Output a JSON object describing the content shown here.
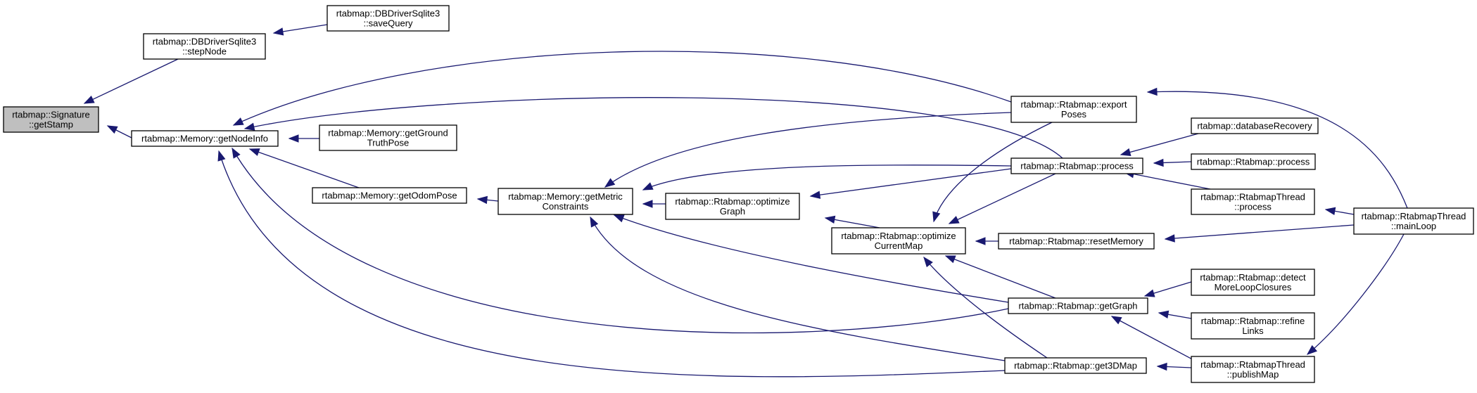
{
  "graph": {
    "nodes": [
      {
        "id": "getStamp",
        "lines": [
          "rtabmap::Signature",
          "::getStamp"
        ],
        "root": true
      },
      {
        "id": "stepNode",
        "lines": [
          "rtabmap::DBDriverSqlite3",
          "::stepNode"
        ]
      },
      {
        "id": "saveQuery",
        "lines": [
          "rtabmap::DBDriverSqlite3",
          "::saveQuery"
        ]
      },
      {
        "id": "getNodeInfo",
        "lines": [
          "rtabmap::Memory::getNodeInfo"
        ]
      },
      {
        "id": "getGroundTruthPose",
        "lines": [
          "rtabmap::Memory::getGround",
          "TruthPose"
        ]
      },
      {
        "id": "getOdomPose",
        "lines": [
          "rtabmap::Memory::getOdomPose"
        ]
      },
      {
        "id": "getMetricConstraints",
        "lines": [
          "rtabmap::Memory::getMetric",
          "Constraints"
        ]
      },
      {
        "id": "optimizeGraph",
        "lines": [
          "rtabmap::Rtabmap::optimize",
          "Graph"
        ]
      },
      {
        "id": "optimizeCurrentMap",
        "lines": [
          "rtabmap::Rtabmap::optimize",
          "CurrentMap"
        ]
      },
      {
        "id": "exportPoses",
        "lines": [
          "rtabmap::Rtabmap::export",
          "Poses"
        ]
      },
      {
        "id": "process",
        "lines": [
          "rtabmap::Rtabmap::process"
        ]
      },
      {
        "id": "resetMemory",
        "lines": [
          "rtabmap::Rtabmap::resetMemory"
        ]
      },
      {
        "id": "getGraph",
        "lines": [
          "rtabmap::Rtabmap::getGraph"
        ]
      },
      {
        "id": "get3DMap",
        "lines": [
          "rtabmap::Rtabmap::get3DMap"
        ]
      },
      {
        "id": "databaseRecovery",
        "lines": [
          "rtabmap::databaseRecovery"
        ]
      },
      {
        "id": "rtabmapProcess",
        "lines": [
          "rtabmap::Rtabmap::process"
        ]
      },
      {
        "id": "threadProcess",
        "lines": [
          "rtabmap::RtabmapThread",
          "::process"
        ]
      },
      {
        "id": "detectMoreLoopClosures",
        "lines": [
          "rtabmap::Rtabmap::detect",
          "MoreLoopClosures"
        ]
      },
      {
        "id": "refineLinks",
        "lines": [
          "rtabmap::Rtabmap::refine",
          "Links"
        ]
      },
      {
        "id": "publishMap",
        "lines": [
          "rtabmap::RtabmapThread",
          "::publishMap"
        ]
      },
      {
        "id": "mainLoop",
        "lines": [
          "rtabmap::RtabmapThread",
          "::mainLoop"
        ]
      }
    ],
    "edges": [
      {
        "from": "stepNode",
        "to": "getStamp"
      },
      {
        "from": "saveQuery",
        "to": "stepNode"
      },
      {
        "from": "getNodeInfo",
        "to": "getStamp"
      },
      {
        "from": "exportPoses",
        "to": "getNodeInfo"
      },
      {
        "from": "process",
        "to": "getNodeInfo"
      },
      {
        "from": "getGroundTruthPose",
        "to": "getNodeInfo"
      },
      {
        "from": "getOdomPose",
        "to": "getNodeInfo"
      },
      {
        "from": "getGraph",
        "to": "getNodeInfo"
      },
      {
        "from": "get3DMap",
        "to": "getNodeInfo"
      },
      {
        "from": "getMetricConstraints",
        "to": "getOdomPose"
      },
      {
        "from": "exportPoses",
        "to": "getMetricConstraints"
      },
      {
        "from": "process",
        "to": "getMetricConstraints"
      },
      {
        "from": "optimizeGraph",
        "to": "getMetricConstraints"
      },
      {
        "from": "getGraph",
        "to": "getMetricConstraints"
      },
      {
        "from": "get3DMap",
        "to": "getMetricConstraints"
      },
      {
        "from": "process",
        "to": "optimizeGraph"
      },
      {
        "from": "optimizeCurrentMap",
        "to": "optimizeGraph"
      },
      {
        "from": "exportPoses",
        "to": "optimizeCurrentMap"
      },
      {
        "from": "process",
        "to": "optimizeCurrentMap"
      },
      {
        "from": "resetMemory",
        "to": "optimizeCurrentMap"
      },
      {
        "from": "getGraph",
        "to": "optimizeCurrentMap"
      },
      {
        "from": "get3DMap",
        "to": "optimizeCurrentMap"
      },
      {
        "from": "mainLoop",
        "to": "exportPoses"
      },
      {
        "from": "databaseRecovery",
        "to": "process"
      },
      {
        "from": "rtabmapProcess",
        "to": "process"
      },
      {
        "from": "threadProcess",
        "to": "process"
      },
      {
        "from": "mainLoop",
        "to": "resetMemory"
      },
      {
        "from": "detectMoreLoopClosures",
        "to": "getGraph"
      },
      {
        "from": "refineLinks",
        "to": "getGraph"
      },
      {
        "from": "publishMap",
        "to": "getGraph"
      },
      {
        "from": "publishMap",
        "to": "get3DMap"
      },
      {
        "from": "mainLoop",
        "to": "threadProcess"
      },
      {
        "from": "mainLoop",
        "to": "publishMap"
      }
    ]
  }
}
